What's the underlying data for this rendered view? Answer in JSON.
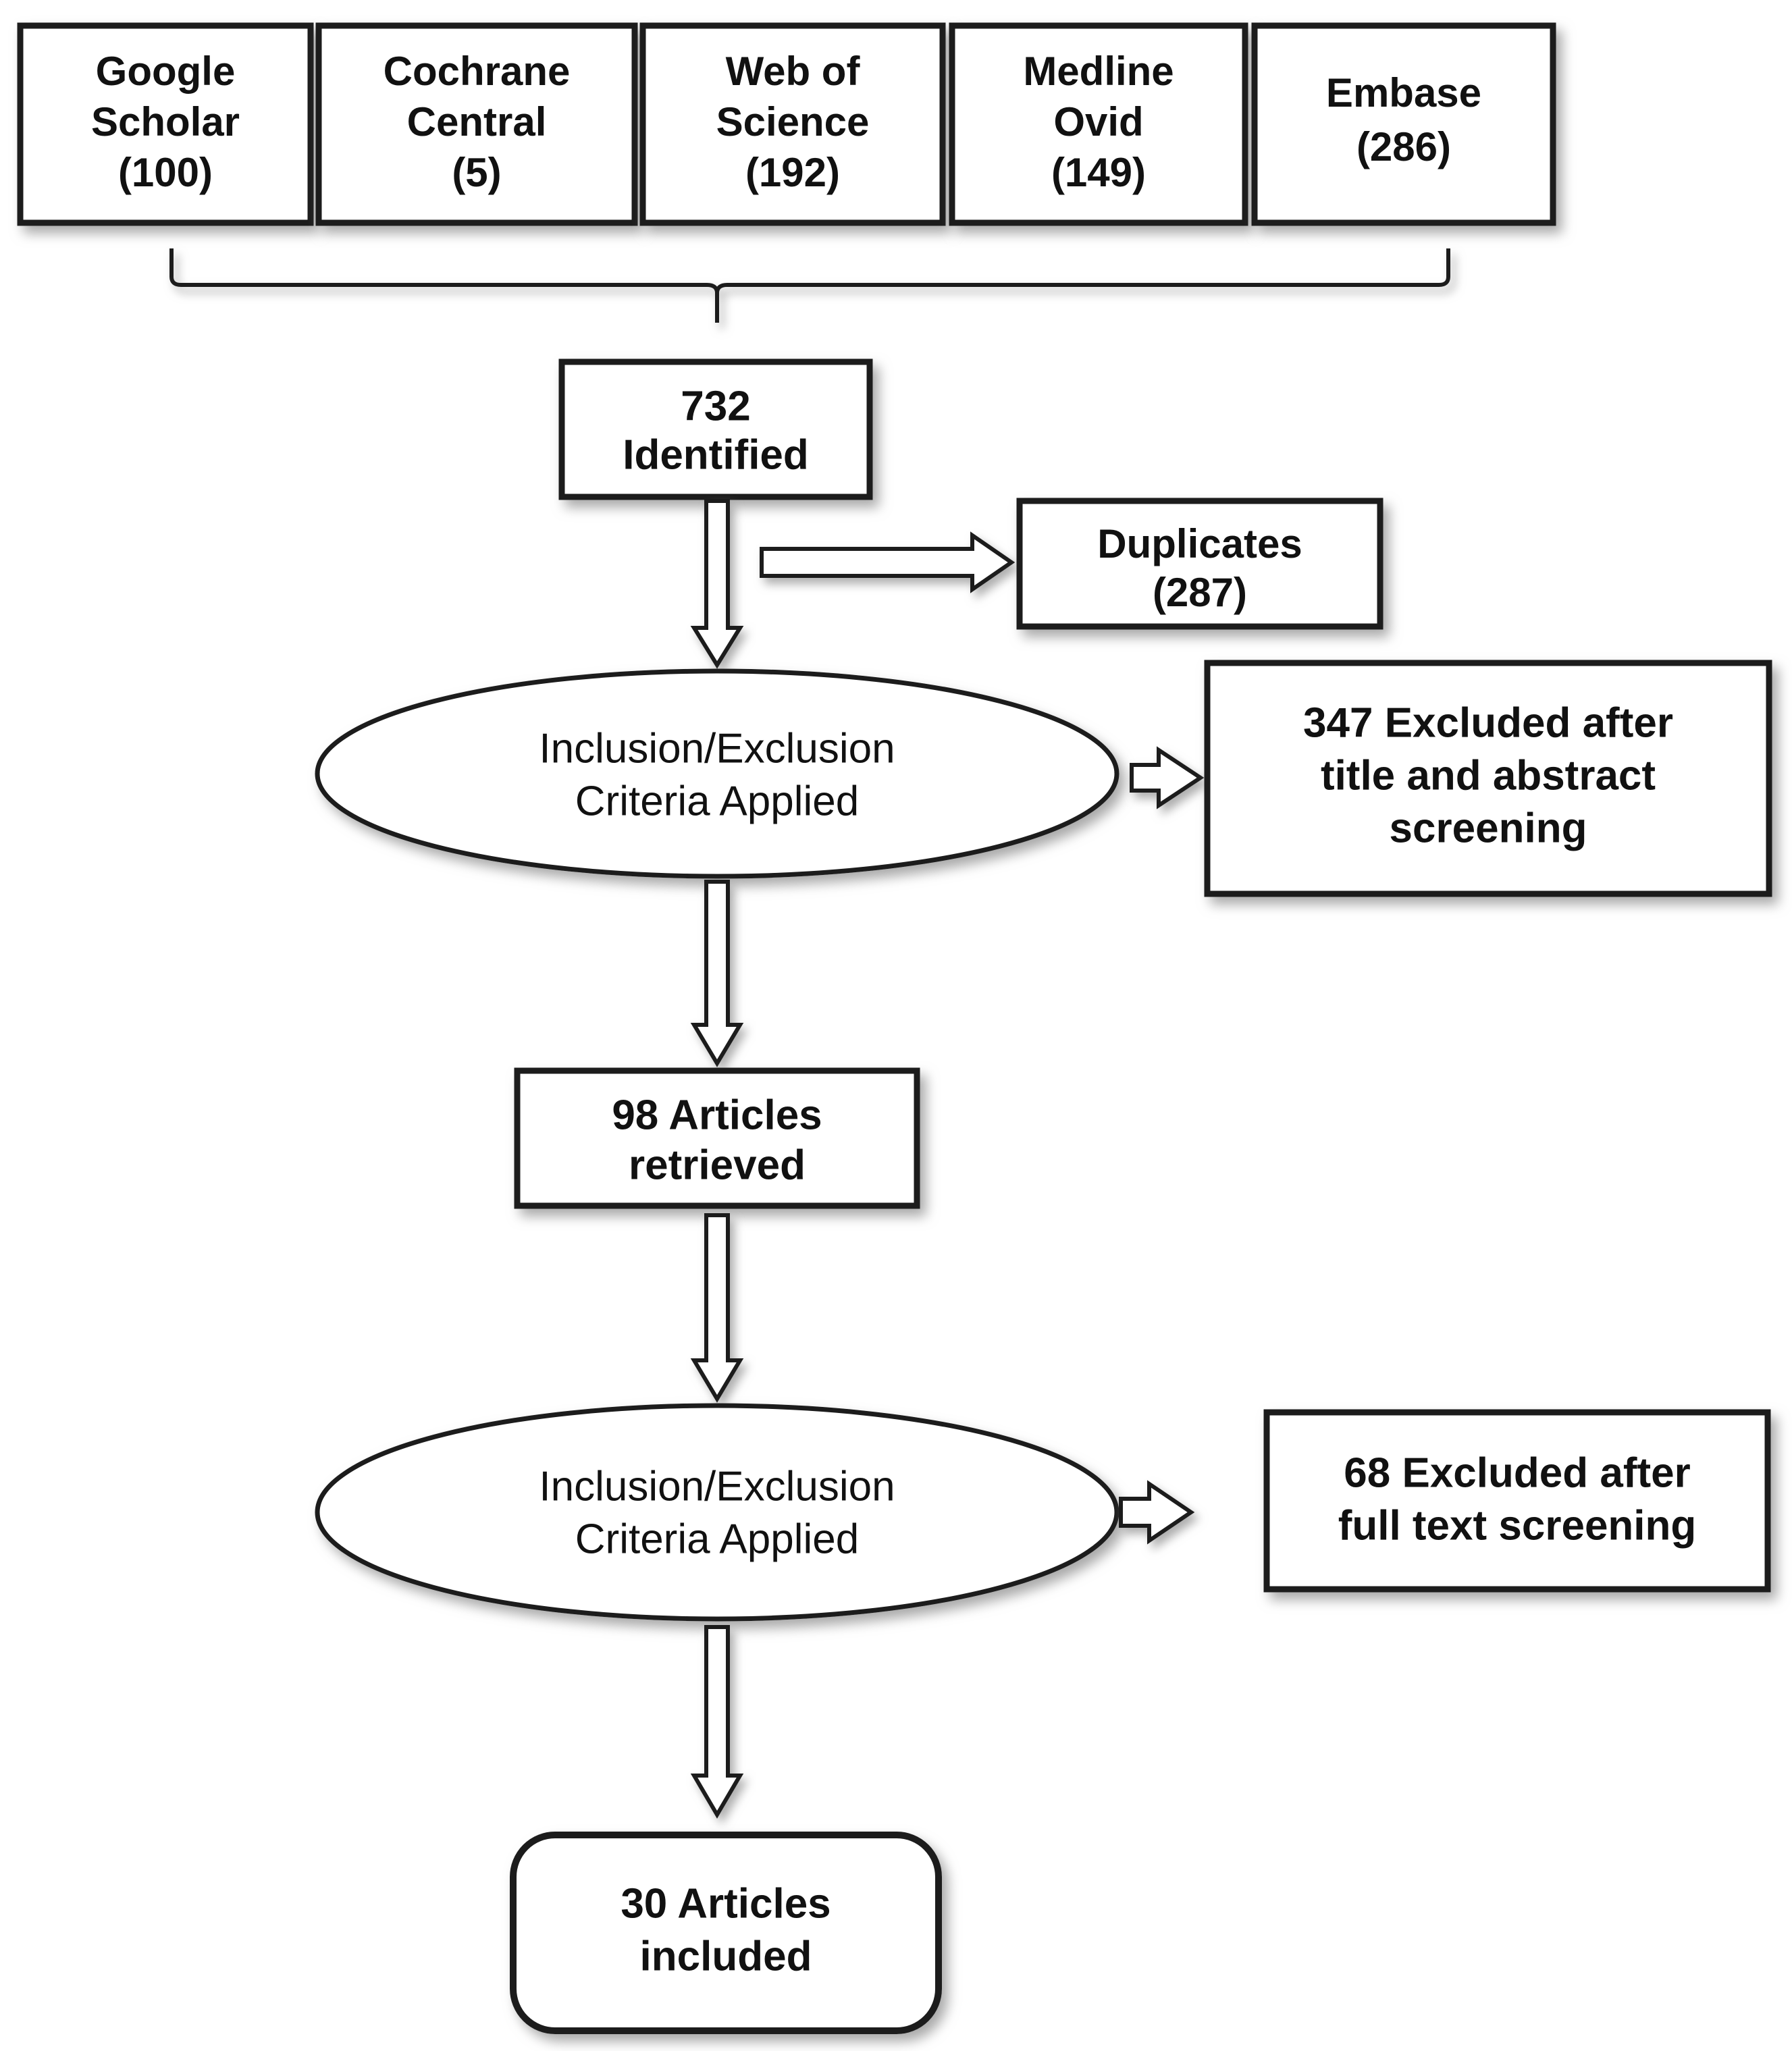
{
  "diagram": {
    "type": "prisma-flow-diagram",
    "title": "",
    "sources": [
      {
        "id": "google-scholar",
        "name": "Google Scholar",
        "count_label": "(100)",
        "count": 100,
        "lines": [
          "Google",
          "Scholar",
          "(100)"
        ]
      },
      {
        "id": "cochrane-central",
        "name": "Cochrane Central",
        "count_label": "(5)",
        "count": 5,
        "lines": [
          "Cochrane",
          "Central",
          "(5)"
        ]
      },
      {
        "id": "web-of-science",
        "name": "Web of Science",
        "count_label": "(192)",
        "count": 192,
        "lines": [
          "Web of",
          "Science",
          "(192)"
        ]
      },
      {
        "id": "medline-ovid",
        "name": "Medline Ovid",
        "count_label": "(149)",
        "count": 149,
        "lines": [
          "Medline",
          "Ovid",
          "(149)"
        ]
      },
      {
        "id": "embase",
        "name": "Embase",
        "count_label": "(286)",
        "count": 286,
        "lines": [
          "Embase",
          "(286)"
        ]
      }
    ],
    "identified": {
      "lines": [
        "732",
        "Identified"
      ],
      "count": 732
    },
    "duplicates": {
      "lines": [
        "Duplicates",
        "(287)"
      ],
      "count": 287
    },
    "screen1": {
      "lines": [
        "Inclusion/Exclusion",
        "Criteria Applied"
      ]
    },
    "excluded1": {
      "lines": [
        "347 Excluded after",
        "title and abstract",
        "screening"
      ],
      "count": 347
    },
    "retrieved": {
      "lines": [
        "98 Articles",
        "retrieved"
      ],
      "count": 98
    },
    "screen2": {
      "lines": [
        "Inclusion/Exclusion",
        "Criteria Applied"
      ]
    },
    "excluded2": {
      "lines": [
        "68 Excluded after",
        "full text screening"
      ],
      "count": 68
    },
    "included": {
      "lines": [
        "30 Articles",
        "included"
      ],
      "count": 30
    }
  },
  "colors": {
    "background": "#ffffff",
    "shape_fill": "#ffffff",
    "stroke": "#1a1a1a",
    "text": "#111111",
    "shadow": "#b8b8b8"
  }
}
